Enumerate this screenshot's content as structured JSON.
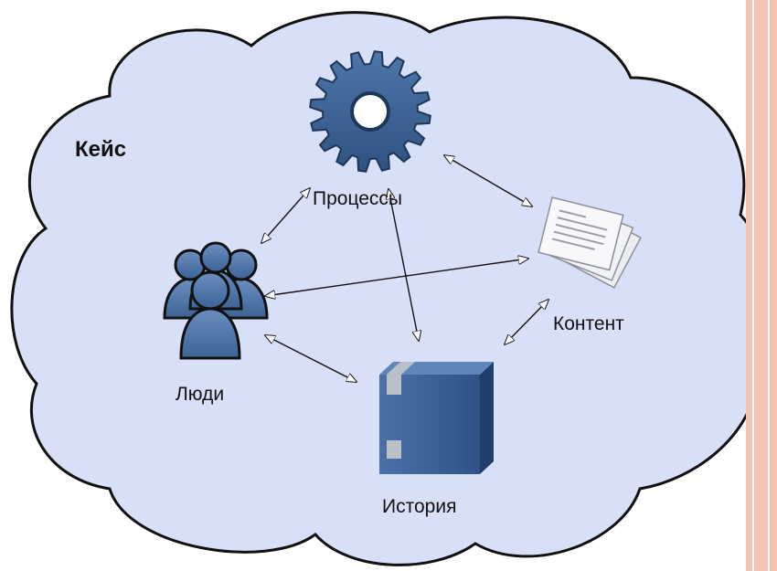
{
  "diagram": {
    "title": "Кейс",
    "nodes": {
      "processes": {
        "label": "Процессы",
        "icon": "gear-icon"
      },
      "content": {
        "label": "Контент",
        "icon": "documents-icon"
      },
      "people": {
        "label": "Люди",
        "icon": "people-icon"
      },
      "history": {
        "label": "История",
        "icon": "box-icon"
      }
    },
    "links": [
      {
        "from": "processes",
        "to": "people",
        "arrows": "both"
      },
      {
        "from": "processes",
        "to": "content",
        "arrows": "both"
      },
      {
        "from": "processes",
        "to": "history",
        "arrows": "both"
      },
      {
        "from": "people",
        "to": "content",
        "arrows": "both"
      },
      {
        "from": "people",
        "to": "history",
        "arrows": "both"
      },
      {
        "from": "content",
        "to": "history",
        "arrows": "both"
      }
    ]
  },
  "colors": {
    "cloud_fill": "#d8e0f7",
    "cloud_stroke": "#111111",
    "icon_blue": "#3f6494",
    "icon_dark": "#1e3658",
    "side_stripe": "#f7c4b1"
  }
}
